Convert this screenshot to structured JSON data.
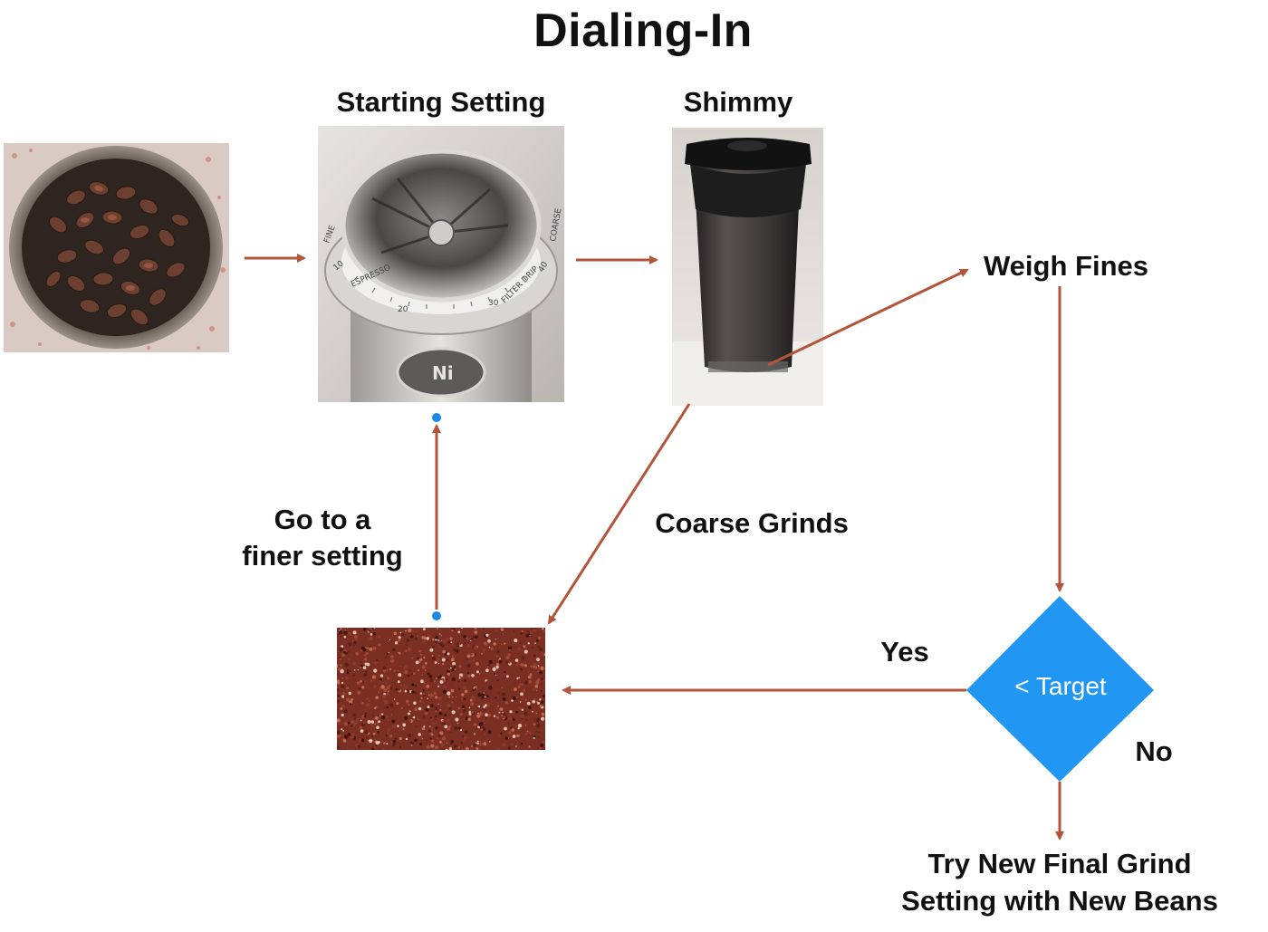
{
  "title": "Dialing-In",
  "labels": {
    "starting_setting": "Starting Setting",
    "shimmy": "Shimmy",
    "weigh_fines": "Weigh Fines",
    "coarse_grinds": "Coarse Grinds",
    "go_finer_line1": "Go to a",
    "go_finer_line2": "finer setting",
    "yes": "Yes",
    "no": "No",
    "final_line1": "Try New Final Grind",
    "final_line2": "Setting with New Beans"
  },
  "decision": {
    "text": "< Target"
  },
  "grinder_dial": {
    "brand": "Ni",
    "marks": [
      "FINE",
      "10",
      "ESPRESSO",
      "20",
      "30",
      "FILTER DRIP",
      "40",
      "COARSE"
    ]
  },
  "colors": {
    "arrow": "#b2553a",
    "decision_fill": "#2196f3",
    "handle": "#1e88e5"
  },
  "icons": {
    "beans_photo": "coffee-beans-photo",
    "grinder_photo": "grinder-photo",
    "shimmy_photo": "shimmy-container-photo",
    "grounds_photo": "coarse-grounds-photo"
  }
}
